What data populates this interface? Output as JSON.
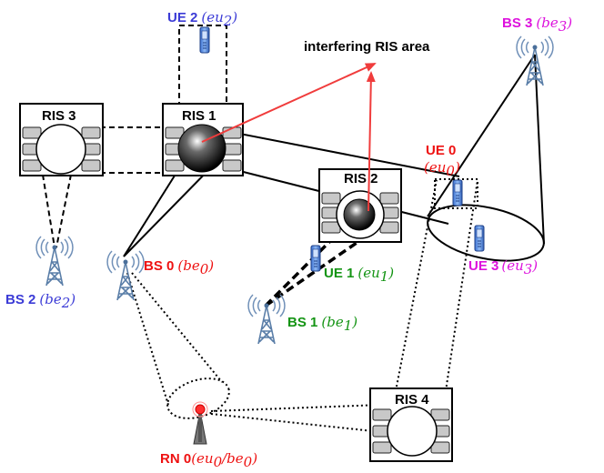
{
  "colors": {
    "red": "#ee1111",
    "blue": "#3b3bd6",
    "green": "#149414",
    "magenta": "#dd11dd",
    "arrow": "#f03c3c",
    "black": "#000000"
  },
  "ris": {
    "ris1": "RIS 1",
    "ris2": "RIS 2",
    "ris3": "RIS 3",
    "ris4": "RIS 4"
  },
  "annotation": {
    "interfering": "interfering RIS area"
  },
  "nodes": {
    "ue2": {
      "name": "UE 2",
      "math": "(eu",
      "sub": "2",
      "close": ")"
    },
    "bs3": {
      "name": "BS 3",
      "math": "(be",
      "sub": "3",
      "close": ")"
    },
    "ue0": {
      "name": "UE 0",
      "math": "(eu",
      "sub": "0",
      "close": ")"
    },
    "bs0": {
      "name": "BS 0",
      "math": "(be",
      "sub": "0",
      "close": ")"
    },
    "bs2": {
      "name": "BS 2",
      "math": "(be",
      "sub": "2",
      "close": ")"
    },
    "ue1": {
      "name": "UE 1",
      "math": "(eu",
      "sub": "1",
      "close": ")"
    },
    "bs1": {
      "name": "BS 1",
      "math": "(be",
      "sub": "1",
      "close": ")"
    },
    "ue3": {
      "name": "UE 3",
      "math": "(eu",
      "sub": "3",
      "close": ")"
    },
    "rn0": {
      "name": "RN 0",
      "math": "(eu",
      "sub": "0",
      "mid": "/be",
      "sub2": "0",
      "close": ")"
    }
  }
}
